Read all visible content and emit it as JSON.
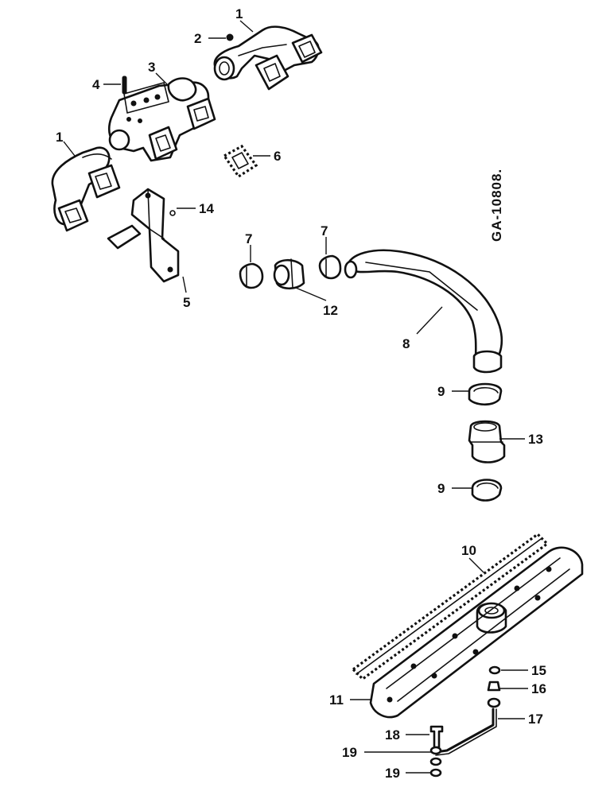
{
  "drawing_id": "GA-10808.",
  "callouts": [
    {
      "id": "c1a",
      "label": "1"
    },
    {
      "id": "c2",
      "label": "2"
    },
    {
      "id": "c3",
      "label": "3"
    },
    {
      "id": "c4",
      "label": "4"
    },
    {
      "id": "c1b",
      "label": "1"
    },
    {
      "id": "c6",
      "label": "6"
    },
    {
      "id": "c14",
      "label": "14"
    },
    {
      "id": "c5",
      "label": "5"
    },
    {
      "id": "c7a",
      "label": "7"
    },
    {
      "id": "c7b",
      "label": "7"
    },
    {
      "id": "c12",
      "label": "12"
    },
    {
      "id": "c8",
      "label": "8"
    },
    {
      "id": "c9a",
      "label": "9"
    },
    {
      "id": "c13",
      "label": "13"
    },
    {
      "id": "c9b",
      "label": "9"
    },
    {
      "id": "c10",
      "label": "10"
    },
    {
      "id": "c15",
      "label": "15"
    },
    {
      "id": "c16",
      "label": "16"
    },
    {
      "id": "c11",
      "label": "11"
    },
    {
      "id": "c17",
      "label": "17"
    },
    {
      "id": "c18",
      "label": "18"
    },
    {
      "id": "c19a",
      "label": "19"
    },
    {
      "id": "c19b",
      "label": "19"
    }
  ]
}
